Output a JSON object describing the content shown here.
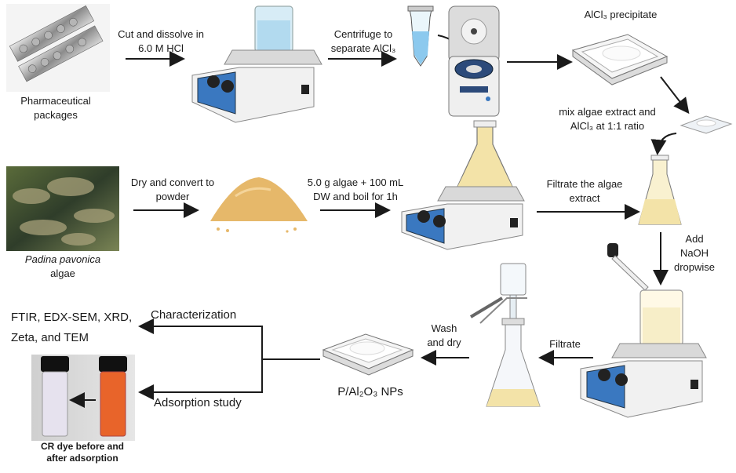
{
  "steps": {
    "pharma_label_1": "Pharmaceutical",
    "pharma_label_2": "packages",
    "cut_dissolve_1": "Cut and dissolve in",
    "cut_dissolve_2": "6.0 M HCl",
    "centrifuge_1": "Centrifuge to",
    "centrifuge_2": "separate AlCl₃",
    "precipitate": "AlCl₃ precipitate",
    "mix_1": "mix algae extract and",
    "mix_2": "AlCl₃ at 1:1 ratio",
    "dry_convert_1": "Dry and convert to",
    "dry_convert_2": "powder",
    "boil_1": "5.0 g algae + 100 mL",
    "boil_2": "DW and boil for 1h",
    "filtrate_extract_1": "Filtrate the algae",
    "filtrate_extract_2": "extract",
    "algae_name": "Padina pavonica",
    "algae_word": "algae",
    "add_naoh_1": "Add",
    "add_naoh_2": "NaOH",
    "add_naoh_3": "dropwise",
    "filtrate": "Filtrate",
    "wash_dry_1": "Wash",
    "wash_dry_2": "and dry",
    "np_label": "P/Al₂O₃ NPs",
    "characterization_methods_1": "FTIR, EDX-SEM, XRD,",
    "characterization_methods_2": "Zeta, and TEM",
    "characterization": "Characterization",
    "adsorption": "Adsorption study",
    "cr_dye_1": "CR dye before and",
    "cr_dye_2": "after adsorption"
  },
  "colors": {
    "arrow": "#1a1a1a",
    "stirrer_blue": "#3a78c0",
    "liquid_yellow": "#f3e3a8",
    "dye_orange": "#e8642a",
    "powder": "#e6b86a"
  },
  "icons": [
    "foil-packages-image",
    "hotplate-stirrer-icon",
    "centrifuge-tube-icon",
    "centrifuge-icon",
    "tray-icon",
    "algae-photo",
    "powder-pile-icon",
    "erlenmeyer-flask-icon",
    "dropper-icon",
    "beaker-icon",
    "vacuum-filter-icon",
    "vials-photo"
  ]
}
